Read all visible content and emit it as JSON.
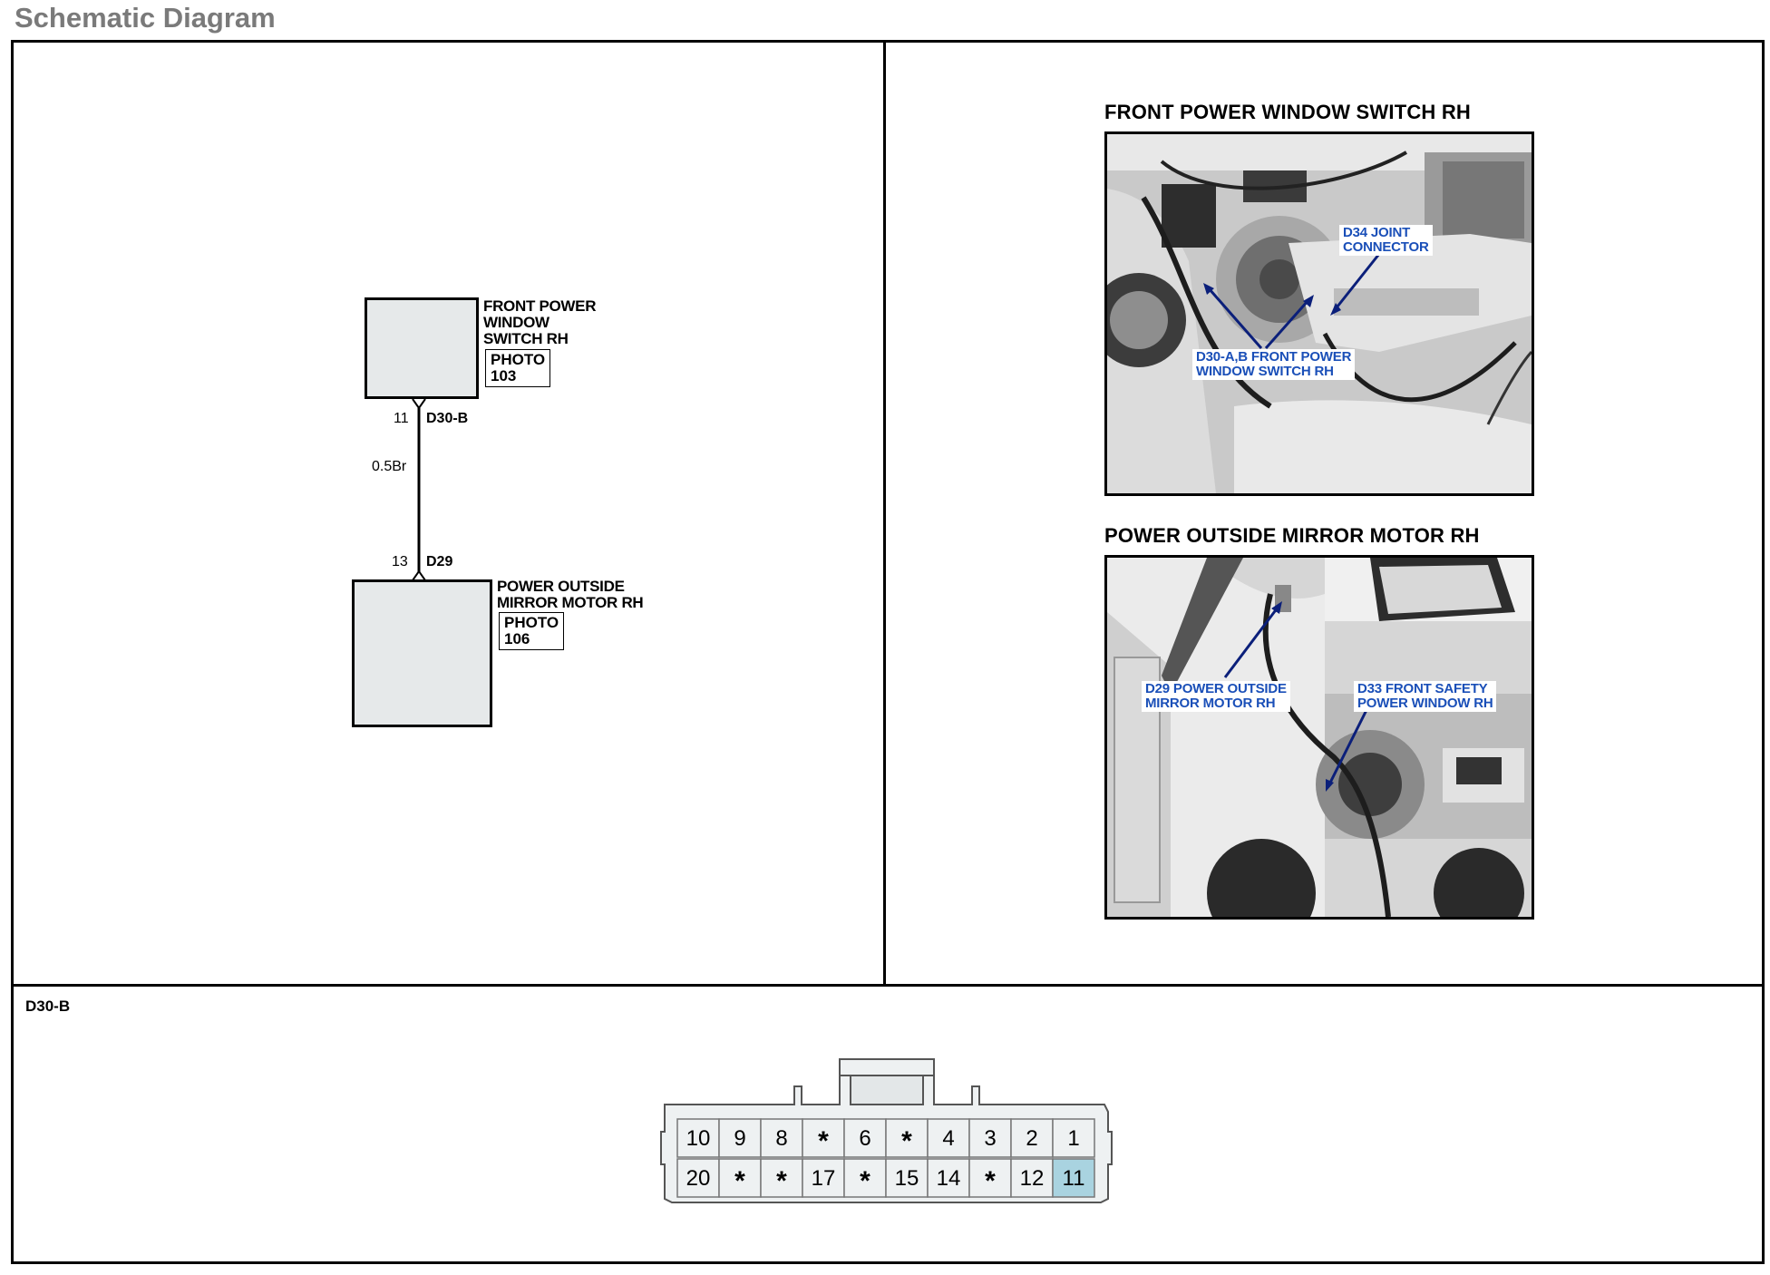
{
  "page_title": "Schematic Diagram",
  "schematic": {
    "top_component": {
      "label_lines": [
        "FRONT POWER",
        "WINDOW",
        "SWITCH RH"
      ],
      "photo_lines": [
        "PHOTO",
        "103"
      ]
    },
    "top_pin": {
      "pin": "11",
      "connector": "D30-B"
    },
    "wire": "0.5Br",
    "bottom_pin": {
      "pin": "13",
      "connector": "D29"
    },
    "bottom_component": {
      "label_lines": [
        "POWER OUTSIDE",
        "MIRROR MOTOR RH"
      ],
      "photo_lines": [
        "PHOTO",
        "106"
      ]
    }
  },
  "photos": [
    {
      "title": "FRONT POWER WINDOW SWITCH RH",
      "callouts": [
        {
          "lines": [
            "D34 JOINT",
            "CONNECTOR"
          ]
        },
        {
          "lines": [
            "D30-A,B FRONT POWER",
            "WINDOW SWITCH RH"
          ]
        }
      ]
    },
    {
      "title": "POWER OUTSIDE MIRROR MOTOR RH",
      "callouts": [
        {
          "lines": [
            "D29 POWER OUTSIDE",
            "MIRROR MOTOR RH"
          ]
        },
        {
          "lines": [
            "D33 FRONT SAFETY",
            "POWER WINDOW RH"
          ]
        }
      ]
    }
  ],
  "connector": {
    "id": "D30-B",
    "top_row": [
      "10",
      "9",
      "8",
      "*",
      "6",
      "*",
      "4",
      "3",
      "2",
      "1"
    ],
    "bottom_row": [
      "20",
      "*",
      "*",
      "17",
      "*",
      "15",
      "14",
      "*",
      "12",
      "11"
    ],
    "highlighted_pin": "11",
    "highlight_color": "#a9d3e0"
  },
  "colors": {
    "title_gray": "#7a7a7a",
    "component_fill": "#e6e9ea",
    "callout_blue": "#1a4fb8",
    "arrow_navy": "#0b1f7a"
  }
}
